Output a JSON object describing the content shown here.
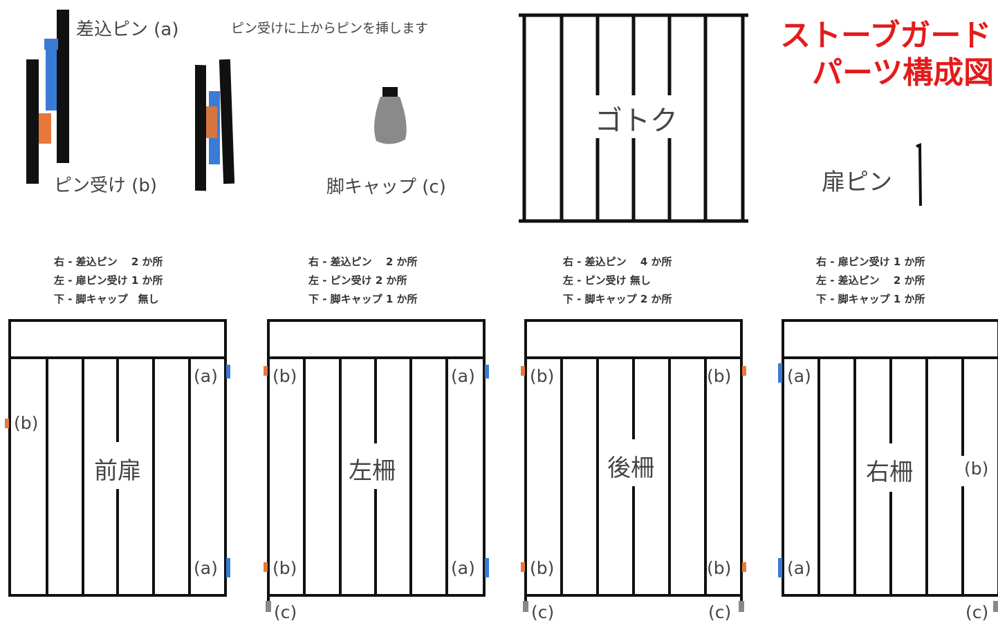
{
  "title": {
    "line1": "ストーブガード",
    "line2": "パーツ構成図"
  },
  "colors": {
    "pin_blue": "#3a7bd5",
    "receiver_orange": "#e8773a",
    "cap_gray": "#888888",
    "title_red": "#e41b1b",
    "frame": "#111111"
  },
  "parts": {
    "insert_pin": "差込ピン (a)",
    "instruction": "ピン受けに上からピンを挿します",
    "pin_receiver": "ピン受け (b)",
    "leg_cap": "脚キャップ (c)",
    "trivet": "ゴトク",
    "door_pin": "扉ピン"
  },
  "panels": [
    {
      "name": "前扉",
      "specs": [
        "右 - 差込ピン　 2 か所",
        "左 - 扉ピン受け 1 か所",
        "下 - 脚キャップ　無し"
      ]
    },
    {
      "name": "左柵",
      "specs": [
        "右 - 差込ピン　 2 か所",
        "左 - ピン受け 2 か所",
        "下 - 脚キャップ 1 か所"
      ]
    },
    {
      "name": "後柵",
      "specs": [
        "右 - 差込ピン　 4 か所",
        "左 - ピン受け 無し",
        "下 - 脚キャップ 2 か所"
      ]
    },
    {
      "name": "右柵",
      "specs": [
        "右 - 扉ピン受け 1 か所",
        "左 - 差込ピン　 2 か所",
        "下 - 脚キャップ 1 か所"
      ]
    }
  ],
  "tags": {
    "a": "(a)",
    "b": "(b)",
    "c": "(c)"
  }
}
